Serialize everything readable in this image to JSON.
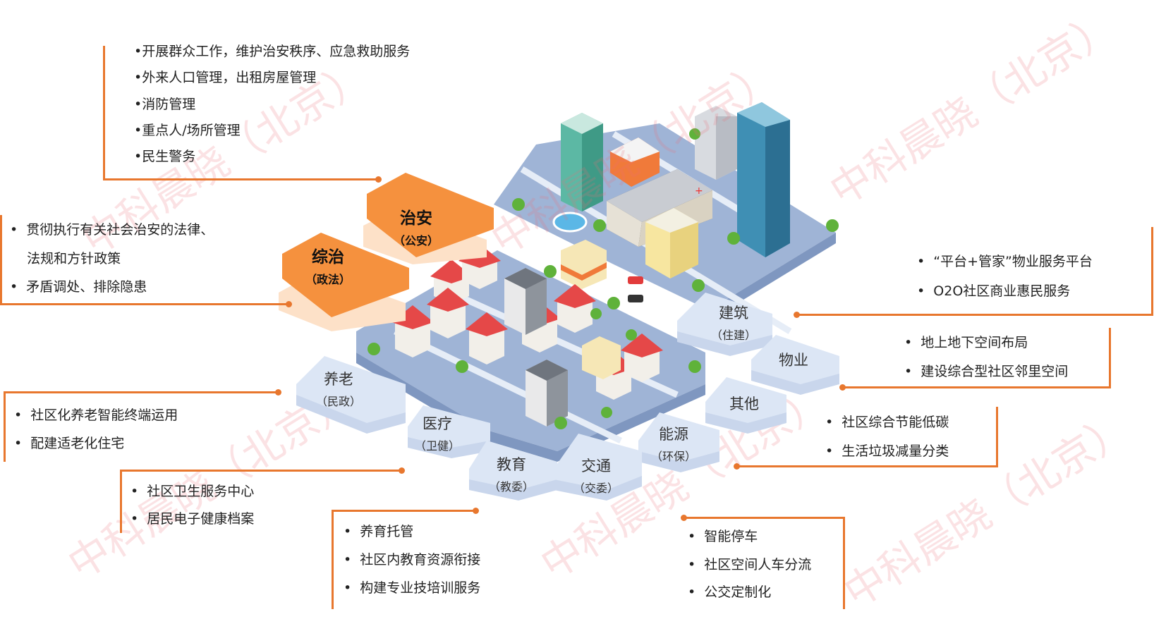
{
  "colors": {
    "accent_line": "#e8772e",
    "orange_tile": "#f5913e",
    "blue_tile": "#dce6f5",
    "watermark": "#ec6e78"
  },
  "watermark": "中科晨晓（北京）",
  "public_security": {
    "title": "治安",
    "subtitle": "（公安）",
    "items": [
      "•开展群众工作，维护治安秩序、应急救助服务",
      "•外来人口管理，出租房屋管理",
      "•消防管理",
      "•重点人/场所管理",
      "•民生警务"
    ]
  },
  "governance": {
    "title": "综治",
    "subtitle": "（政法）",
    "items": [
      "•  贯彻执行有关社会治安的法律、",
      "    法规和方针政策",
      "•  矛盾调处、排除隐患"
    ]
  },
  "property": {
    "title": "物业",
    "items": [
      "•  “平台+管家”物业服务平台",
      "•  O2O社区商业惠民服务"
    ]
  },
  "construction": {
    "title": "建筑",
    "subtitle": "（住建）",
    "items": [
      "•  地上地下空间布局",
      "•  建设综合型社区邻里空间"
    ]
  },
  "other": {
    "title": "其他",
    "items": [
      "•  社区综合节能低碳",
      "•  生活垃圾减量分类"
    ]
  },
  "energy": {
    "title": "能源",
    "subtitle": "（环保）"
  },
  "elderly": {
    "title": "养老",
    "subtitle": "（民政）",
    "items": [
      "•  社区化养老智能终端运用",
      "•  配建适老化住宅"
    ]
  },
  "medical": {
    "title": "医疗",
    "subtitle": "（卫健）",
    "items": [
      "•  社区卫生服务中心",
      "•  居民电子健康档案"
    ]
  },
  "education": {
    "title": "教育",
    "subtitle": "（教委）",
    "items": [
      "•  养育托管",
      "•  社区内教育资源衔接",
      "•  构建专业技培训服务"
    ]
  },
  "transport": {
    "title": "交通",
    "subtitle": "（交委）",
    "items": [
      "•  智能停车",
      "•  社区空间人车分流",
      "•  公交定制化"
    ]
  }
}
